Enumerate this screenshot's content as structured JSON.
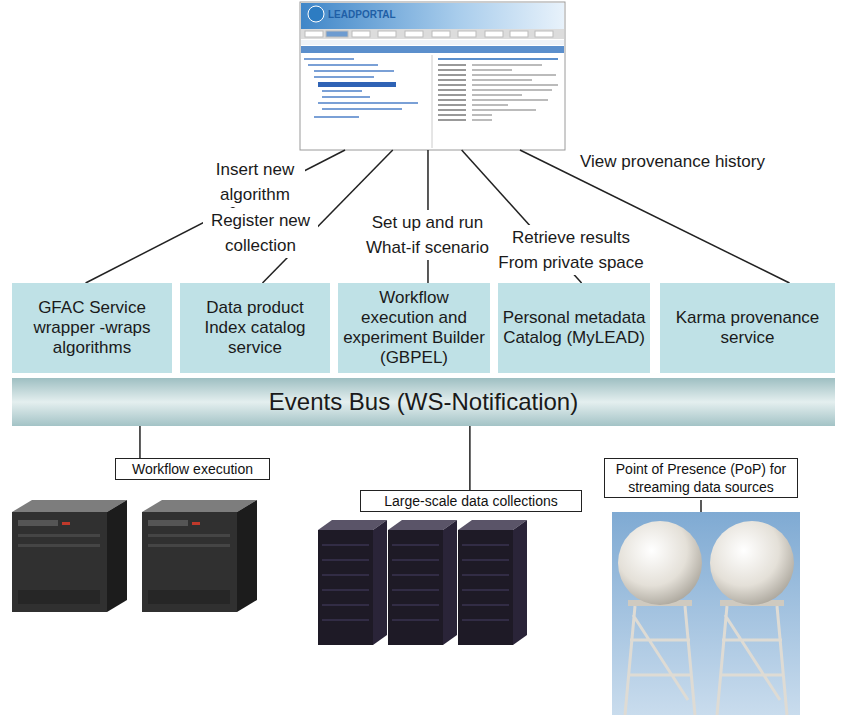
{
  "diagram": {
    "nodes": [
      {
        "text": [
          "LEADPORTAL"
        ]
      },
      {
        "text": [
          "GFAC Service wrapper -wraps algorithms"
        ]
      },
      {
        "text": [
          "Data product Index catalog service"
        ]
      },
      {
        "text": [
          "Workflow execution and experiment Builder (GBPEL)"
        ]
      },
      {
        "text": [
          "Personal metadata Catalog (MyLEAD)"
        ]
      },
      {
        "text": [
          "Karma provenance service"
        ]
      },
      {
        "text": [
          "Events Bus (WS-Notification)"
        ]
      },
      {
        "text": [
          "Workflow execution"
        ]
      },
      {
        "text": [
          "Large-scale data collections"
        ]
      },
      {
        "text": [
          "Point of Presence (PoP) for streaming data sources"
        ]
      }
    ],
    "edges": [
      {
        "from": 0,
        "to": 1,
        "label": "Insert new algorithm",
        "arrow": "none"
      },
      {
        "from": 0,
        "to": 2,
        "label": "Register new collection",
        "arrow": "none"
      },
      {
        "from": 0,
        "to": 3,
        "label": "Set up and run What-if scenario",
        "arrow": "none"
      },
      {
        "from": 0,
        "to": 4,
        "label": "Retrieve results From private space",
        "arrow": "none"
      },
      {
        "from": 0,
        "to": 5,
        "label": "View provenance history",
        "arrow": "none"
      },
      {
        "from": 6,
        "to": 7,
        "arrow": "none"
      },
      {
        "from": 6,
        "to": 8,
        "arrow": "none"
      }
    ]
  }
}
